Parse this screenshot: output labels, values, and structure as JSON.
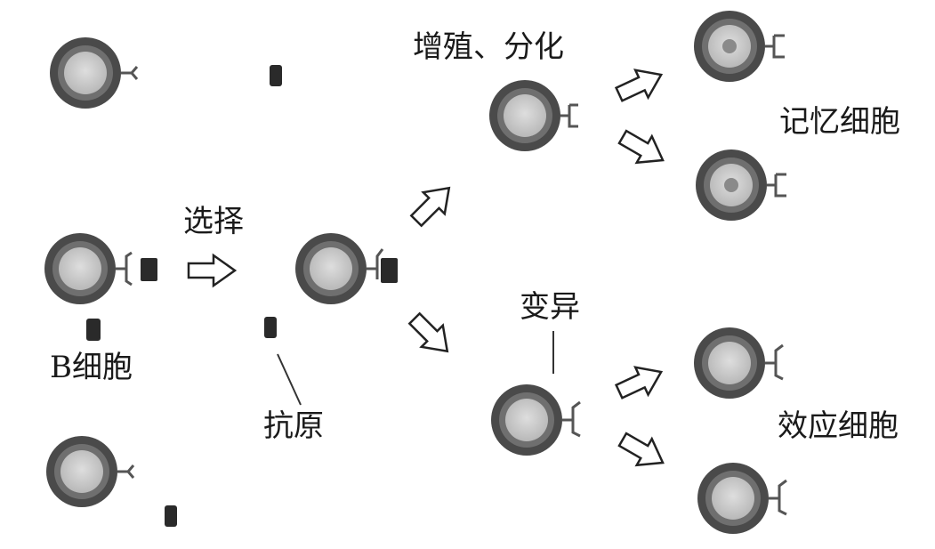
{
  "labels": {
    "proliferate": "增殖、分化",
    "memory_cells": "记忆细胞",
    "select": "选择",
    "mutation": "变异",
    "b_cell": "B细胞",
    "antigen": "抗原",
    "effector_cells": "效应细胞"
  },
  "colors": {
    "membrane": "#4a4a4a",
    "membrane_dark": "#2c2c2c",
    "cytoplasm": "#7a7a7a",
    "nucleus": "#c9c9c9",
    "antigen": "#2a2a2a",
    "receptor": "#555555",
    "arrow_fill": "#ffffff",
    "arrow_stroke": "#222222",
    "text": "#1a1a1a"
  }
}
